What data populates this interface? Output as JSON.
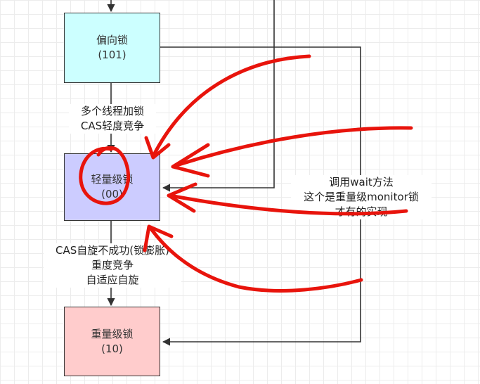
{
  "colors": {
    "biased_fill": "#ccffff",
    "lightweight_fill": "#ccccff",
    "heavyweight_fill": "#ffcccc",
    "line": "#333333",
    "annotation_red": "#e8140c"
  },
  "nodes": {
    "biased": {
      "title": "偏向锁",
      "code": "(101)"
    },
    "lightweight": {
      "title": "轻量级锁",
      "code": "(00)"
    },
    "heavyweight": {
      "title": "重量级锁",
      "code": "(10)"
    }
  },
  "edges": {
    "biased_to_lightweight": {
      "line1": "多个线程加锁",
      "line2": "CAS轻度竞争"
    },
    "lightweight_to_heavyweight": {
      "line1": "CAS自旋不成功(锁膨胀)",
      "line2": "重度竞争",
      "line3": "自适应自旋"
    },
    "wait_call": {
      "line1": "调用wait方法",
      "line2": "这个是重量级monitor锁",
      "line3": "才有的实现"
    }
  }
}
